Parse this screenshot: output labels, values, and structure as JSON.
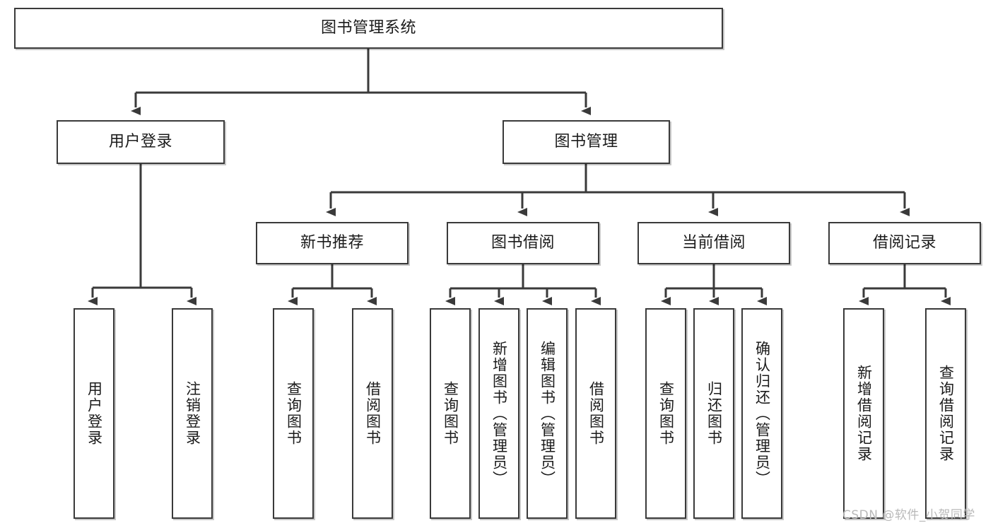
{
  "diagram": {
    "type": "tree-hierarchy-chart",
    "title": "图书管理系统",
    "line_color": "#3a3a3a",
    "box_fill": "#ffffff",
    "text_color": "#1b1b1b",
    "background": "#ffffff",
    "nodes": {
      "root": {
        "label": "图书管理系统"
      },
      "level1": [
        {
          "id": "user-login",
          "label": "用户登录"
        },
        {
          "id": "book-management",
          "label": "图书管理"
        }
      ],
      "level2": [
        {
          "id": "new-book-recommend",
          "label": "新书推荐"
        },
        {
          "id": "book-borrow",
          "label": "图书借阅"
        },
        {
          "id": "current-borrow",
          "label": "当前借阅"
        },
        {
          "id": "borrow-record",
          "label": "借阅记录"
        }
      ],
      "leaves": {
        "user-login": [
          {
            "id": "leaf-user-login",
            "label": "用户登录"
          },
          {
            "id": "leaf-logout-login",
            "label": "注销登录"
          }
        ],
        "new-book-recommend": [
          {
            "id": "leaf-query-book-1",
            "label": "查询图书"
          },
          {
            "id": "leaf-borrow-book-1",
            "label": "借阅图书"
          }
        ],
        "book-borrow": [
          {
            "id": "leaf-query-book-2",
            "label": "查询图书"
          },
          {
            "id": "leaf-add-book",
            "label": "新增图书（管理员）"
          },
          {
            "id": "leaf-edit-book",
            "label": "编辑图书（管理员）"
          },
          {
            "id": "leaf-borrow-book-2",
            "label": "借阅图书"
          }
        ],
        "current-borrow": [
          {
            "id": "leaf-query-book-3",
            "label": "查询图书"
          },
          {
            "id": "leaf-return-book",
            "label": "归还图书"
          },
          {
            "id": "leaf-confirm-return",
            "label": "确认归还（管理员）"
          }
        ],
        "borrow-record": [
          {
            "id": "leaf-add-record",
            "label": "新增借阅记录"
          },
          {
            "id": "leaf-query-record",
            "label": "查询借阅记录"
          }
        ]
      }
    }
  },
  "watermark": {
    "text": "CSDN @软件_小贺同学"
  }
}
